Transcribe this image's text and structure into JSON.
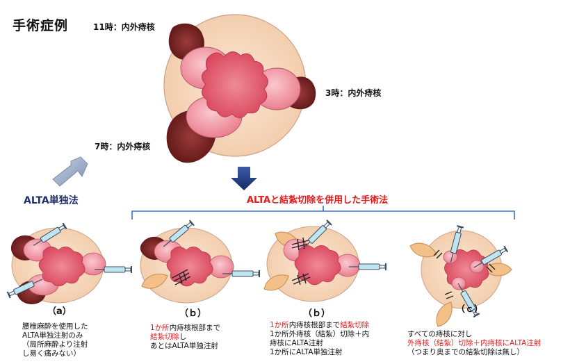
{
  "title": "手術症例",
  "labels": {
    "pos11": "11時：内外痔核",
    "pos3": "3時：内外痔核",
    "pos7": "7時：内外痔核"
  },
  "methods": {
    "alta_only": "ALTA単独法",
    "combined": "ALTAと結紮切除を併用した手術法"
  },
  "cases": {
    "a": {
      "label": "（a）",
      "lines": [
        "腰椎麻酔を使用した",
        "ALTA単独注射のみ",
        "（局所麻酔より注射",
        "し易く痛みない）"
      ]
    },
    "b1": {
      "label": "（ｂ）",
      "line1_red": "1か所",
      "line1_rest": "内痔核根部まで",
      "line2_red": "結紮切除",
      "line2_rest": "し",
      "line3": "あとはALTA単独注射"
    },
    "b2": {
      "label": "（ｂ）",
      "line1_red_a": "1か所",
      "line1_mid": "内痔核根部まで",
      "line1_red_b": "結紮切除",
      "line2": "1か所外痔核（結紮）切除＋内",
      "line3": "痔核にALTA注射",
      "line4": "1か所にALTA単独注射"
    },
    "c": {
      "label": "（ｃ）",
      "line1": "すべての痔核に対し",
      "line2_red": "外痔核（結紮）切除＋内痔核にALTA注射",
      "line3": "（つまり奥までの結紮切除は無し）"
    }
  },
  "colors": {
    "accent_red": "#e31b1b",
    "navy": "#1f2f6a",
    "bracket_blue": "#3a6fd0",
    "anus_bg": "#f7d9bf",
    "mucosa": "#e4687a",
    "hemorrhoid_pink": "#f29aa5",
    "external_dark": "#7a2323",
    "syringe": "#b9e3ee",
    "excised": "#f0be86"
  }
}
